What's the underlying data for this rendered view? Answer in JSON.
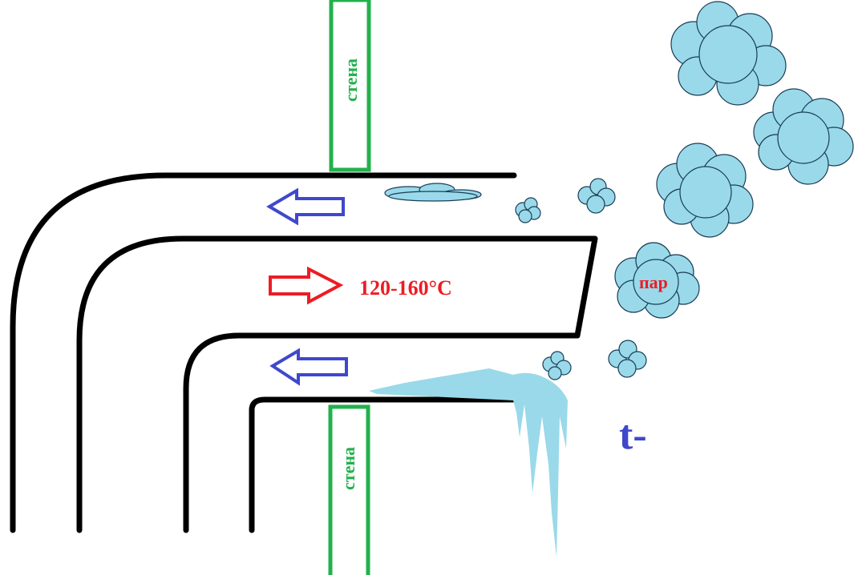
{
  "labels": {
    "wall_top": "стена",
    "wall_bottom": "стена",
    "temperature": "120-160°C",
    "steam": "пар",
    "outside_temp": "t-"
  },
  "colors": {
    "pipe": "#000000",
    "wall": "#22b14c",
    "inflow_arrow": "#ed1c24",
    "return_arrow": "#3f48cc",
    "steam_ice": "#99d9ea",
    "temperature_text": "#ed1c24",
    "steam_text": "#ed1c24",
    "outside_temp_text": "#3f48cc"
  }
}
